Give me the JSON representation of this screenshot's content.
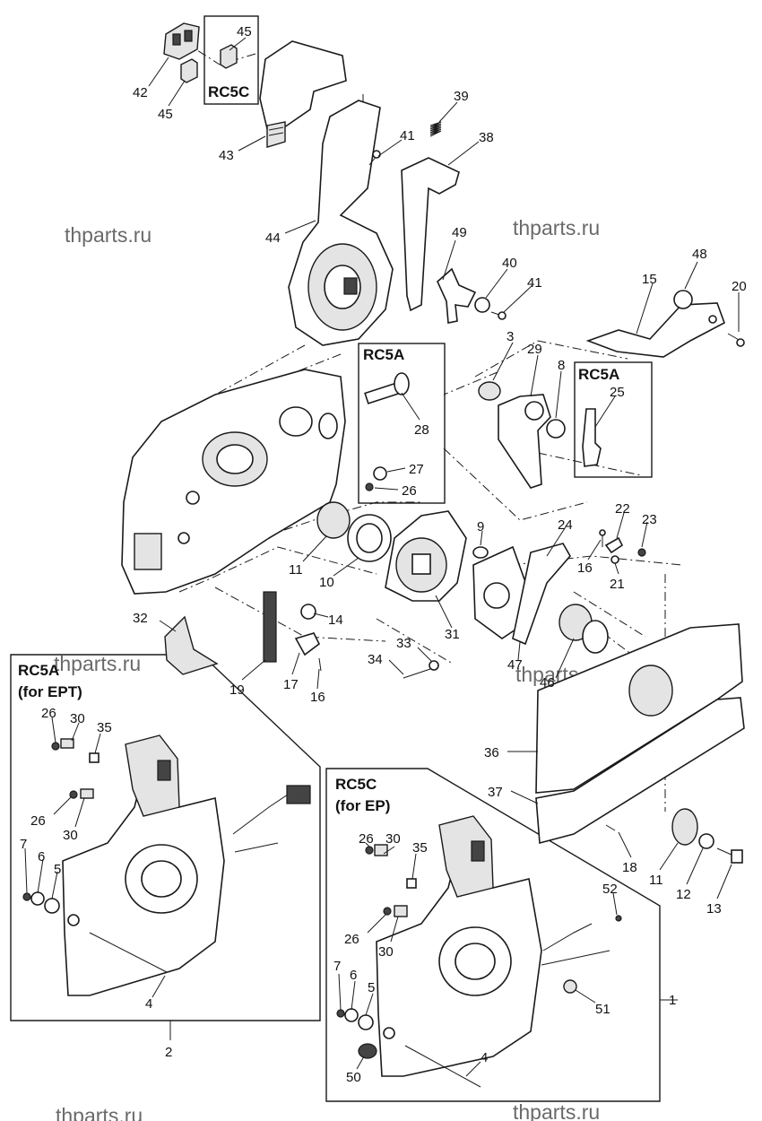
{
  "callouts": {
    "n1": "1",
    "n2": "2",
    "n3": "3",
    "n4a": "4",
    "n4b": "4",
    "n5a": "5",
    "n5b": "5",
    "n6a": "6",
    "n6b": "6",
    "n7a": "7",
    "n7b": "7",
    "n8": "8",
    "n9": "9",
    "n10": "10",
    "n11a": "11",
    "n11b": "11",
    "n12": "12",
    "n13": "13",
    "n14": "14",
    "n15": "15",
    "n16a": "16",
    "n16b": "16",
    "n17": "17",
    "n18": "18",
    "n19": "19",
    "n20": "20",
    "n21": "21",
    "n22": "22",
    "n23": "23",
    "n24": "24",
    "n25": "25",
    "n26a": "26",
    "n26b": "26",
    "n26c": "26",
    "n26d": "26",
    "n26e": "26",
    "n27": "27",
    "n28": "28",
    "n29": "29",
    "n30a": "30",
    "n30b": "30",
    "n30c": "30",
    "n30d": "30",
    "n31": "31",
    "n32": "32",
    "n33": "33",
    "n34": "34",
    "n35a": "35",
    "n35b": "35",
    "n36": "36",
    "n37": "37",
    "n38": "38",
    "n39": "39",
    "n40": "40",
    "n41a": "41",
    "n41b": "41",
    "n42": "42",
    "n43": "43",
    "n44": "44",
    "n45a": "45",
    "n45b": "45",
    "n46": "46",
    "n47": "47",
    "n48": "48",
    "n49": "49",
    "n50": "50",
    "n51": "51",
    "n52": "52"
  },
  "boxes": {
    "rc5c_top": "RC5C",
    "rc5a_mid": "RC5A",
    "rc5a_right": "RC5A",
    "rc5a_ept_line1": "RC5A",
    "rc5a_ept_line2": "(for EPT)",
    "rc5c_ep_line1": "RC5C",
    "rc5c_ep_line2": "(for EP)"
  },
  "watermark": "thparts.ru"
}
